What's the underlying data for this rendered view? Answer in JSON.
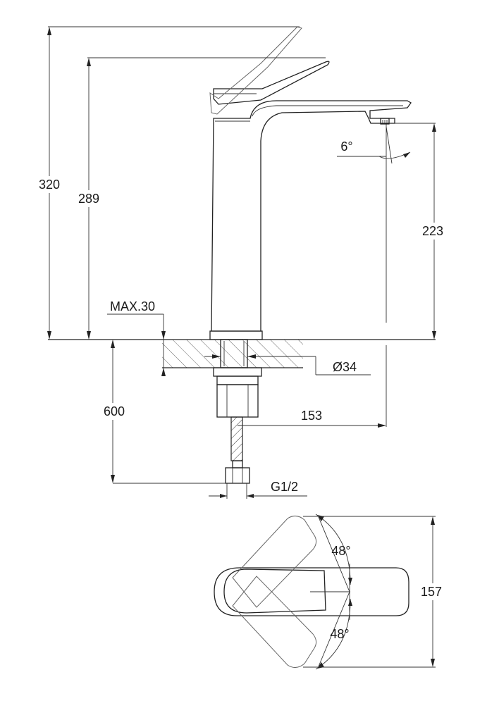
{
  "drawing": {
    "title": "Tall basin mixer dimension drawing",
    "units": "mm",
    "line_color": "#222222"
  },
  "dimensions": {
    "total_height": "320",
    "lever_height": "289",
    "spout_height": "223",
    "spout_angle": "6°",
    "max_deck_thickness": "MAX.30",
    "hole_diameter": "Ø34",
    "projection": "153",
    "hose_length": "600",
    "thread": "G1/2",
    "lever_depth": "157",
    "rotation_upper": "48°",
    "rotation_lower": "48°"
  }
}
